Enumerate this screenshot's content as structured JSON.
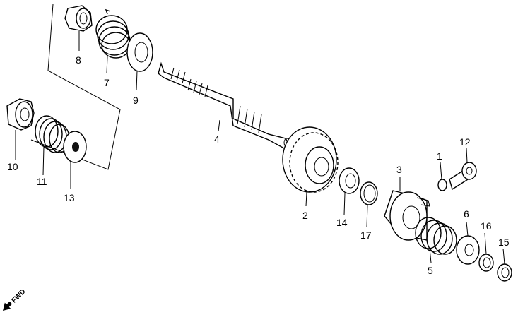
{
  "part_labels": {
    "p1": "1",
    "p2": "2",
    "p3": "3",
    "p4": "4",
    "p5": "5",
    "p6": "6",
    "p7": "7",
    "p8": "8",
    "p9": "9",
    "p10": "10",
    "p11": "11",
    "p12": "12",
    "p13": "13",
    "p14": "14",
    "p15": "15",
    "p16": "16",
    "p17": "17"
  },
  "direction_label": "FWD"
}
